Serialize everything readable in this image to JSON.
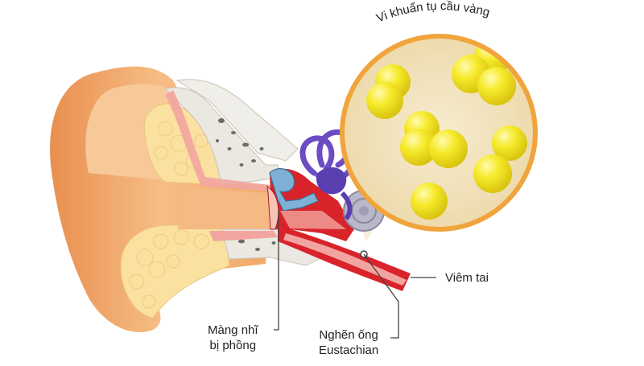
{
  "labels": {
    "bacteria": "Vi khuẩn tụ cầu vàng",
    "ear_infection": "Viêm tai",
    "eardrum_line1": "Màng nhĩ",
    "eardrum_line2": "bị phồng",
    "eustachian_line1": "Nghẽn ống",
    "eustachian_line2": "Eustachian"
  },
  "colors": {
    "skin": "#f3b27a",
    "skin_dark": "#e28f55",
    "fat": "#fbe3a6",
    "bone": "#e9e6df",
    "tissue_red": "#d9232b",
    "cochlea_purple": "#6b4cc2",
    "circle_bg": "#f3e3bd",
    "circle_border": "#f0a43b",
    "bacteria_yellow": "#f4e41c",
    "leader_line": "#444444"
  },
  "icons": {
    "bacteria": "cocci-sphere-icon",
    "pointer": "leader-dot-icon"
  }
}
